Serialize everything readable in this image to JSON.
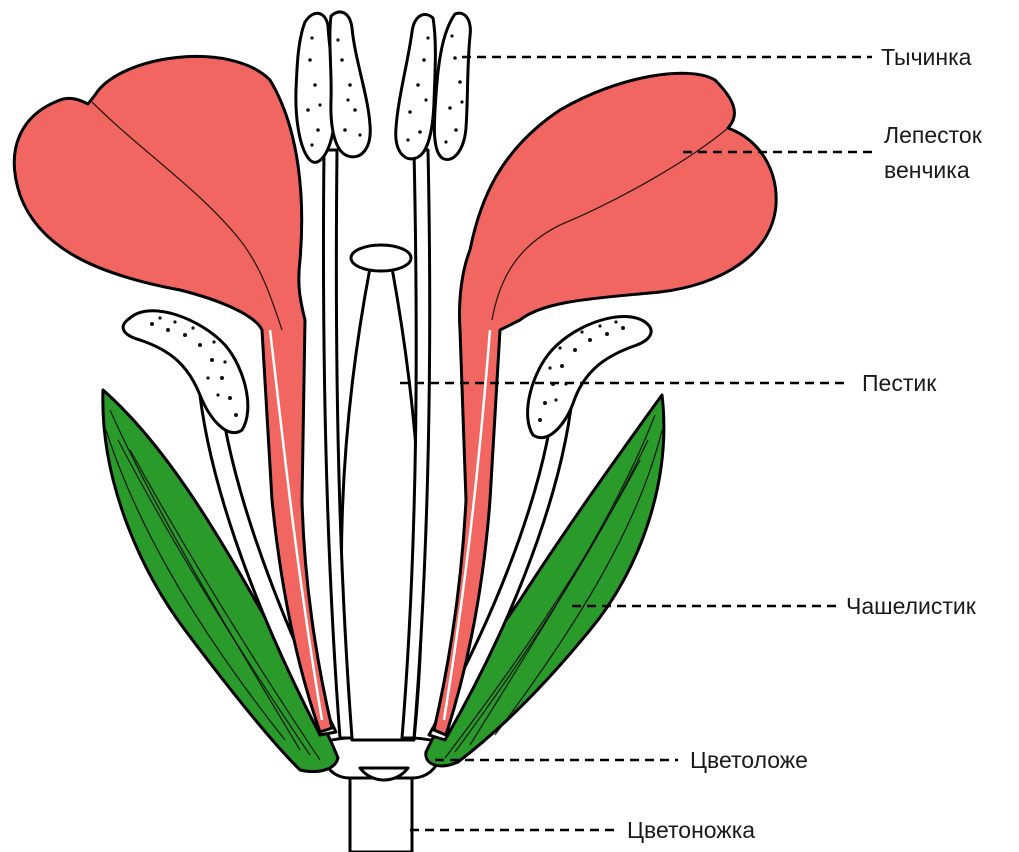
{
  "diagram": {
    "colors": {
      "petal": "#f26661",
      "sepal": "#2a9a2a",
      "stamen": "#ffffff",
      "pistil": "#ffffff",
      "outline": "#000000"
    },
    "parts": {
      "stamen": "Тычинка",
      "petal_line1": "Лепесток",
      "petal_line2": "венчика",
      "pistil": "Пестик",
      "sepal": "Чашелистик",
      "receptacle": "Цветоложе",
      "pedicel": "Цветоножка"
    }
  }
}
